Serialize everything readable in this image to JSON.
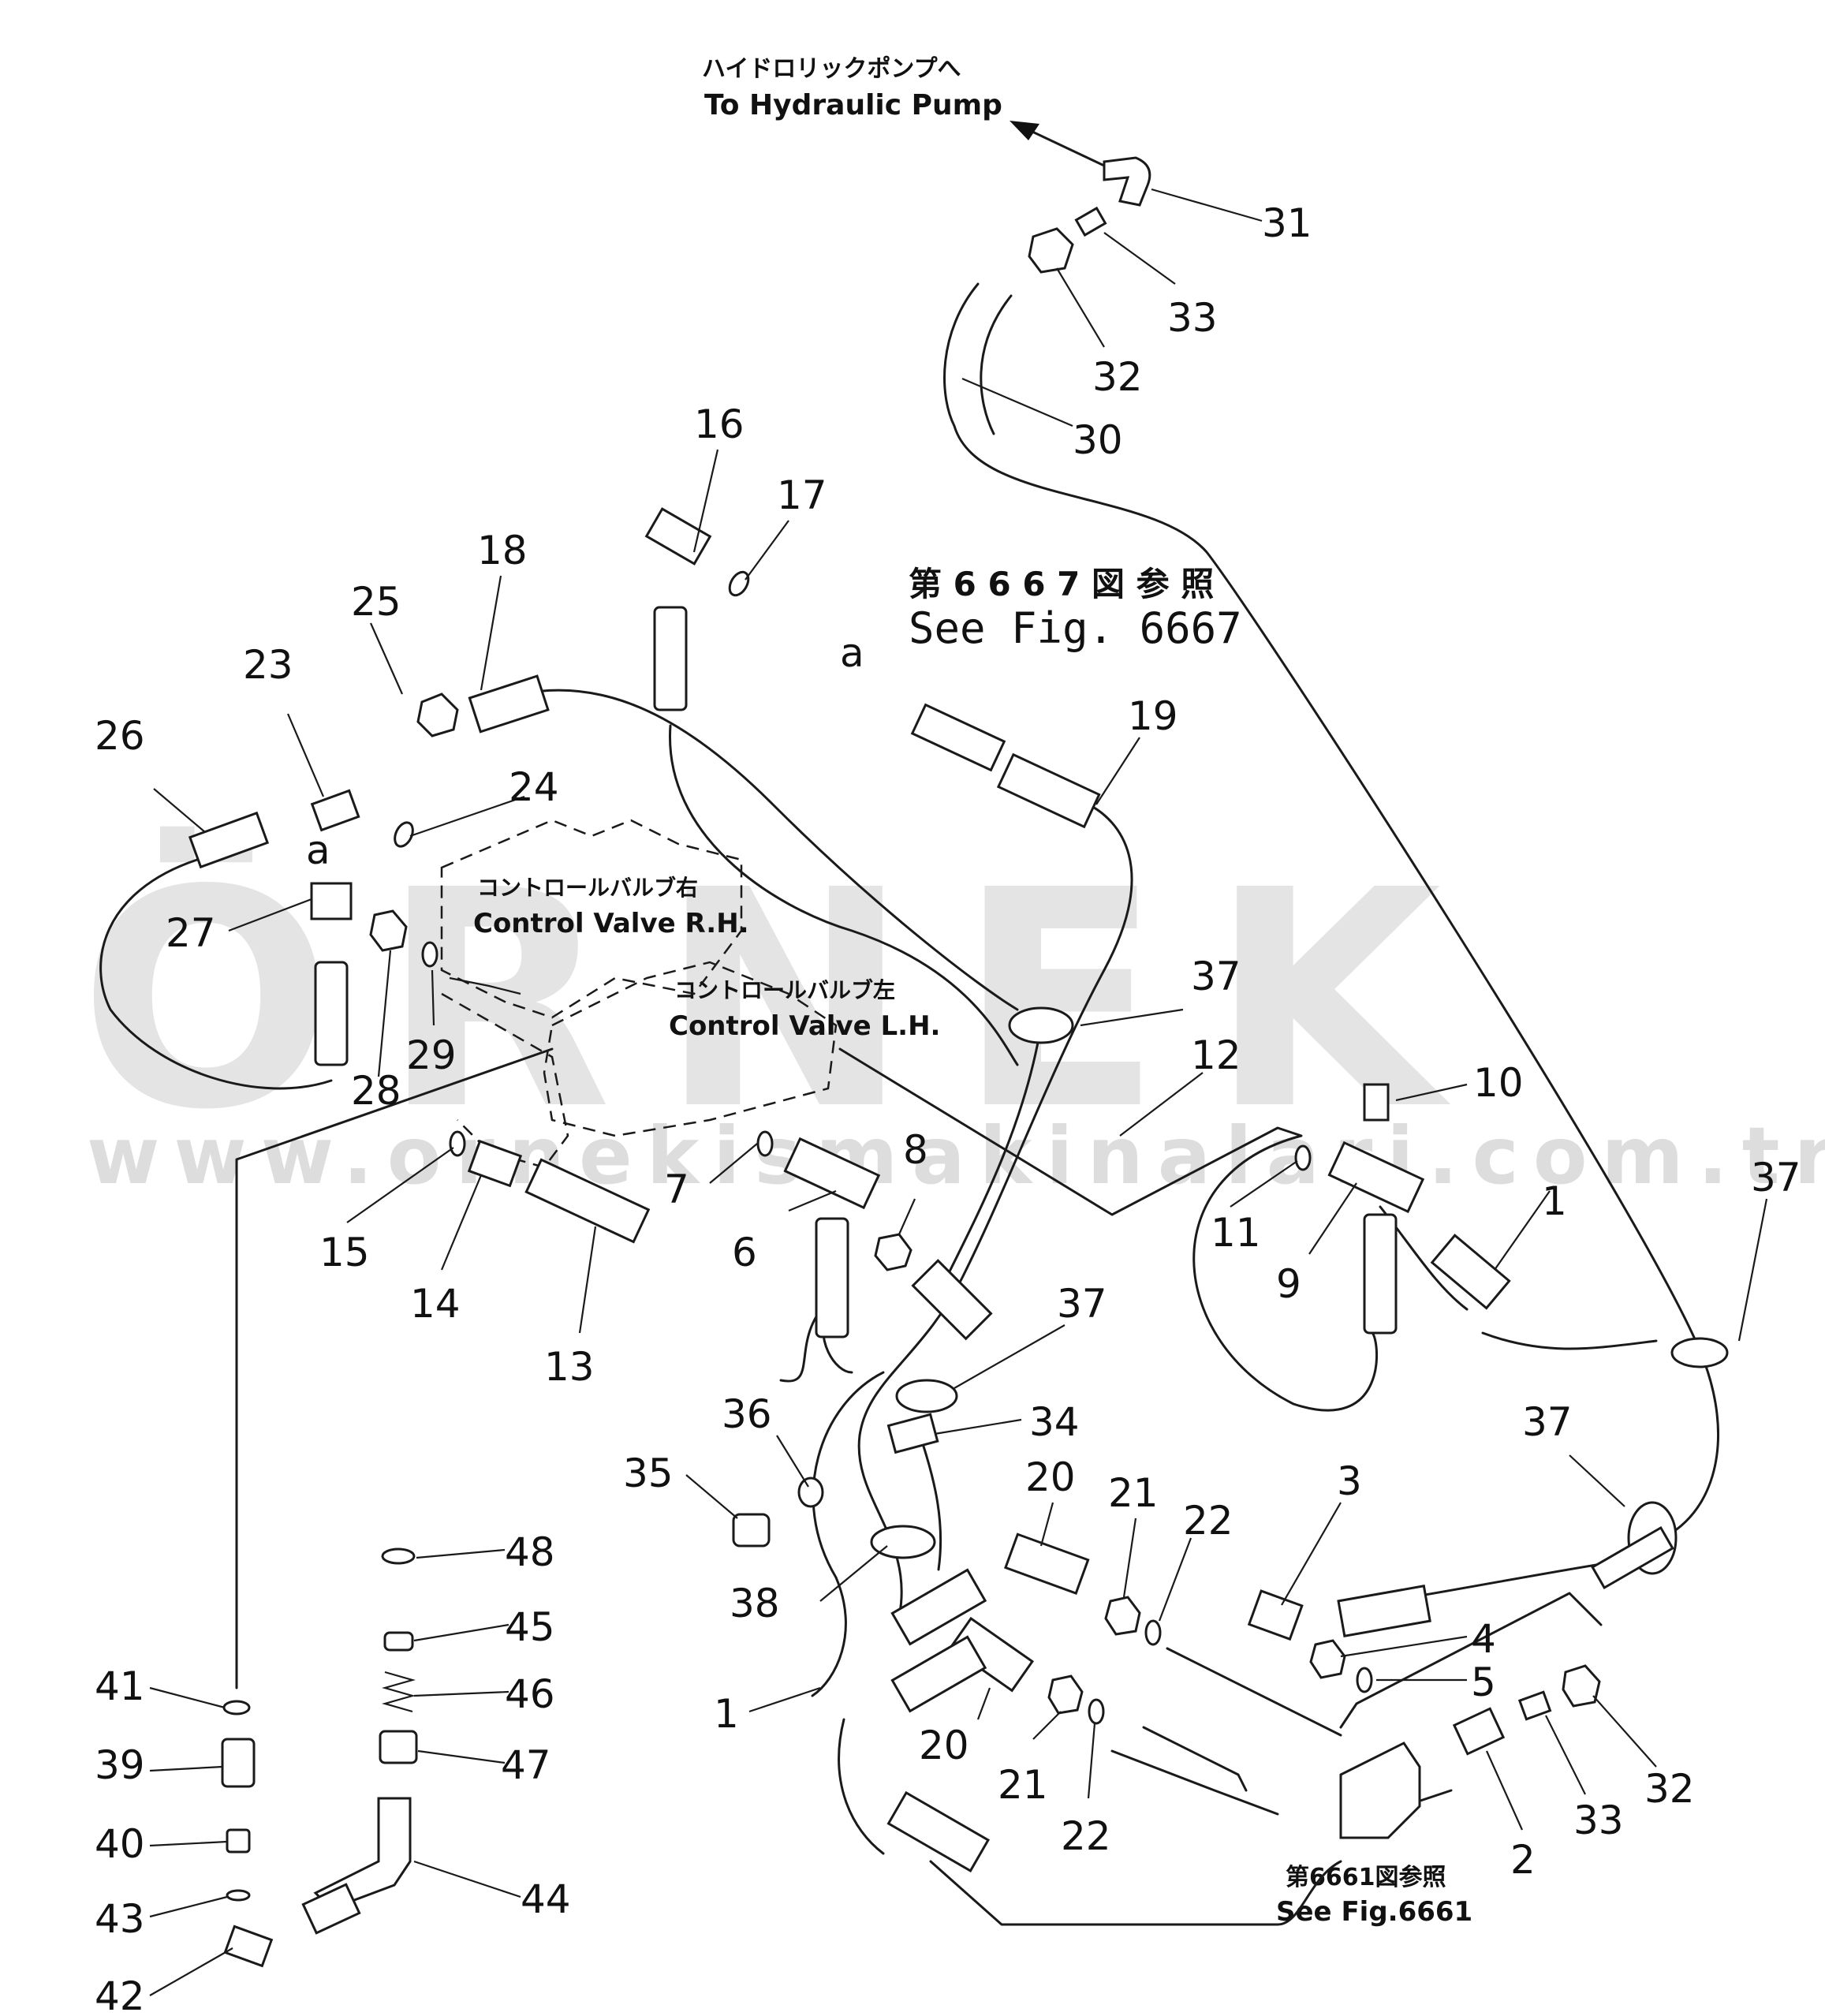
{
  "watermark": {
    "brand": "ÖRNEK",
    "url": "www.ornekismakinalari.com.tr"
  },
  "notes": {
    "pump_jp": "ハイドロリックポンプへ",
    "pump_en": "To Hydraulic Pump",
    "fig6667_jp": "第 6 6 6 7 図 参 照",
    "fig6667_en": "See Fig. 6667",
    "cv_rh_jp": "コントロールバルブ右",
    "cv_rh_en": "Control Valve R.H.",
    "cv_lh_jp": "コントロールバルブ左",
    "cv_lh_en": "Control Valve L.H.",
    "fig6661_jp": "第6661図参照",
    "fig6661_en": "See Fig.6661",
    "ref_a_top": "a",
    "ref_a_left": "a"
  },
  "callouts": [
    "31",
    "33",
    "32",
    "30",
    "16",
    "17",
    "18",
    "25",
    "23",
    "24",
    "26",
    "27",
    "28",
    "29",
    "19",
    "37",
    "12",
    "10",
    "1",
    "11",
    "9",
    "37",
    "15",
    "14",
    "13",
    "7",
    "6",
    "8",
    "37",
    "34",
    "36",
    "35",
    "38",
    "20",
    "21",
    "22",
    "3",
    "4",
    "5",
    "37",
    "1",
    "20",
    "21",
    "22",
    "2",
    "33",
    "32",
    "48",
    "45",
    "46",
    "47",
    "41",
    "39",
    "40",
    "43",
    "42",
    "44"
  ]
}
